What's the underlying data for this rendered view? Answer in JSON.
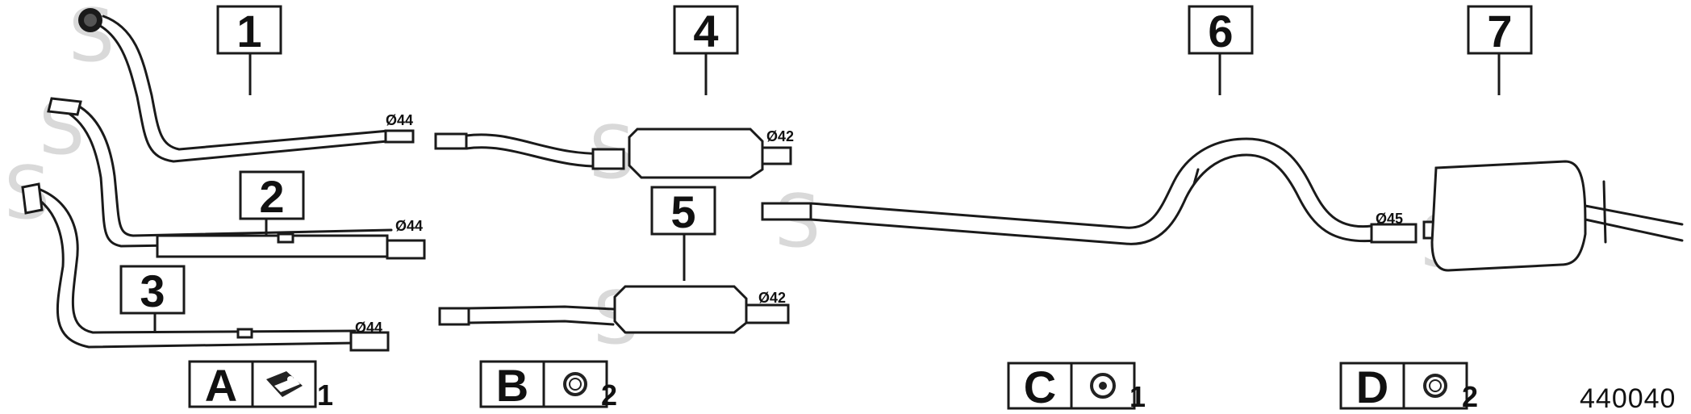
{
  "parts": [
    {
      "number": "1",
      "diameter": "Ø44"
    },
    {
      "number": "2",
      "diameter": "Ø44"
    },
    {
      "number": "3",
      "diameter": "Ø44"
    },
    {
      "number": "4",
      "diameter": "Ø42"
    },
    {
      "number": "5",
      "diameter": "Ø42"
    },
    {
      "number": "6",
      "diameter": "Ø45"
    },
    {
      "number": "7",
      "diameter": ""
    }
  ],
  "accessories": [
    {
      "letter": "A",
      "icon": "clamp-icon",
      "quantity": "1"
    },
    {
      "letter": "B",
      "icon": "rubber-ring-icon",
      "quantity": "2"
    },
    {
      "letter": "C",
      "icon": "hanger-mount-icon",
      "quantity": "1"
    },
    {
      "letter": "D",
      "icon": "rubber-ring-icon",
      "quantity": "2"
    }
  ],
  "watermark": "S",
  "reference_number": "440040"
}
